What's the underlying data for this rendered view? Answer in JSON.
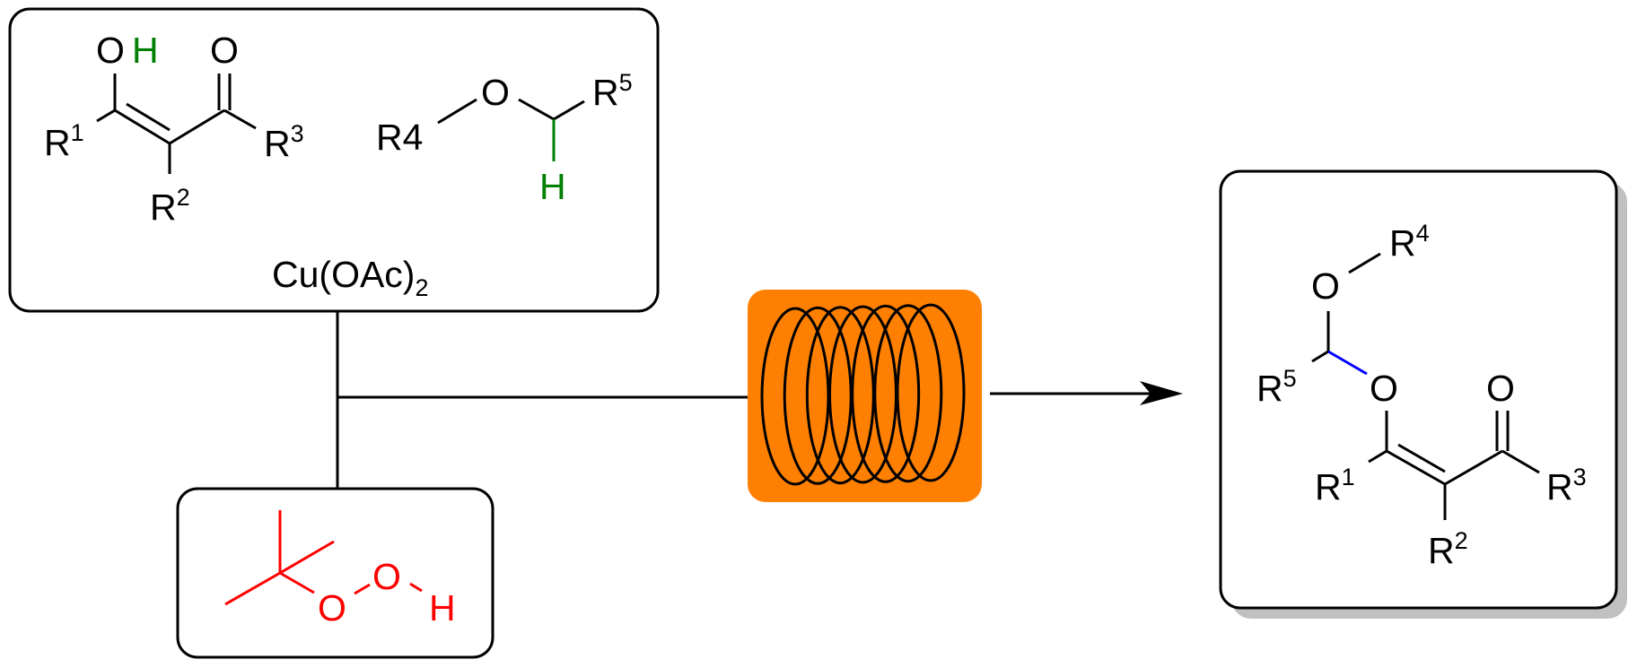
{
  "colors": {
    "default": "#000000",
    "highlight_h": "#008000",
    "oxidant": "#FF0000",
    "new_bond": "#0000FF",
    "reactor": "#FF8000",
    "shadow": "#C0C0C0"
  },
  "reactants": {
    "diketone": {
      "oh_o": "O",
      "oh_h": "H",
      "carbonyl_o": "O",
      "r1": {
        "label": "R",
        "sup": "1"
      },
      "r2": {
        "label": "R",
        "sup": "2"
      },
      "r3": {
        "label": "R",
        "sup": "3"
      }
    },
    "ether": {
      "r4": "R4",
      "o": "O",
      "h": "H",
      "r5": {
        "label": "R",
        "sup": "5"
      }
    },
    "catalyst": {
      "main": "Cu(OAc)",
      "sub": "2"
    }
  },
  "oxidant": {
    "o1": "O",
    "o2": "O",
    "h": "H"
  },
  "reactor": {
    "icon": "flow-coil-reactor",
    "coil_turns": 7
  },
  "product": {
    "o_top": "O",
    "r4": {
      "label": "R",
      "sup": "4"
    },
    "r5": {
      "label": "R",
      "sup": "5"
    },
    "o_enol": "O",
    "o_carbonyl": "O",
    "r1": {
      "label": "R",
      "sup": "1"
    },
    "r2": {
      "label": "R",
      "sup": "2"
    },
    "r3": {
      "label": "R",
      "sup": "3"
    }
  }
}
